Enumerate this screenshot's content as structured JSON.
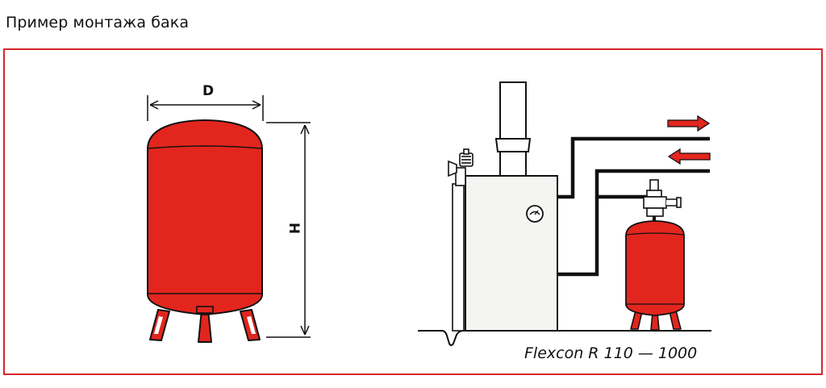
{
  "page": {
    "title": "Пример монтажа бака"
  },
  "diagram": {
    "dimension_d": "D",
    "dimension_h": "H",
    "caption": "Flexcon R 110 — 1000"
  },
  "colors": {
    "tank_red": "#e2261e",
    "frame_red": "#d7262b",
    "arrow_red": "#e2261e",
    "boiler_fill": "#f4f4f2",
    "outline": "#111111"
  }
}
